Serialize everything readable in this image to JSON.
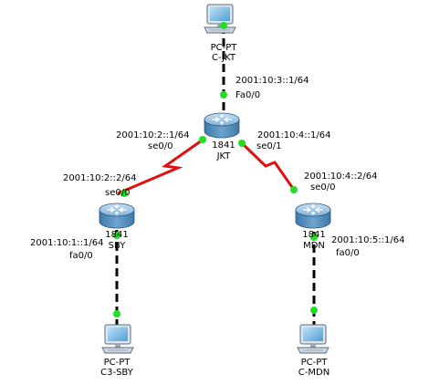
{
  "devices": {
    "pc_jkt": {
      "model": "PC-PT",
      "name": "C-JKT",
      "icon": "pc-icon"
    },
    "router_jkt": {
      "model": "1841",
      "name": "JKT",
      "icon": "router-icon"
    },
    "router_sby": {
      "model": "1841",
      "name": "SBY",
      "icon": "router-icon"
    },
    "router_mdn": {
      "model": "1841",
      "name": "MDN",
      "icon": "router-icon"
    },
    "pc_sby": {
      "model": "PC-PT",
      "name": "C3-SBY",
      "icon": "pc-icon"
    },
    "pc_mdn": {
      "model": "PC-PT",
      "name": "C-MDN",
      "icon": "pc-icon"
    }
  },
  "labels": {
    "jkt_fa0_ip": "2001:10:3::1/64",
    "jkt_fa0_port": "Fa0/0",
    "jkt_se00_ip": "2001:10:2::1/64",
    "jkt_se00_port": "se0/0",
    "jkt_se01_ip": "2001:10:4::1/64",
    "jkt_se01_port": "se0/1",
    "sby_se00_ip": "2001:10:2::2/64",
    "sby_se00_port": "se0/0",
    "sby_fa0_ip": "2001:10:1::1/64",
    "sby_fa0_port": "fa0/0",
    "mdn_se00_ip": "2001:10:4::2/64",
    "mdn_se00_port": "se0/0",
    "mdn_fa0_ip": "2001:10:5::1/64",
    "mdn_fa0_port": "fa0/0"
  },
  "colors": {
    "serial_link": "#e01010",
    "ethernet_link": "#000000",
    "port_up": "#22dd22",
    "router_body": "#5b94c4",
    "pc_screen": "#6fb6e6"
  }
}
